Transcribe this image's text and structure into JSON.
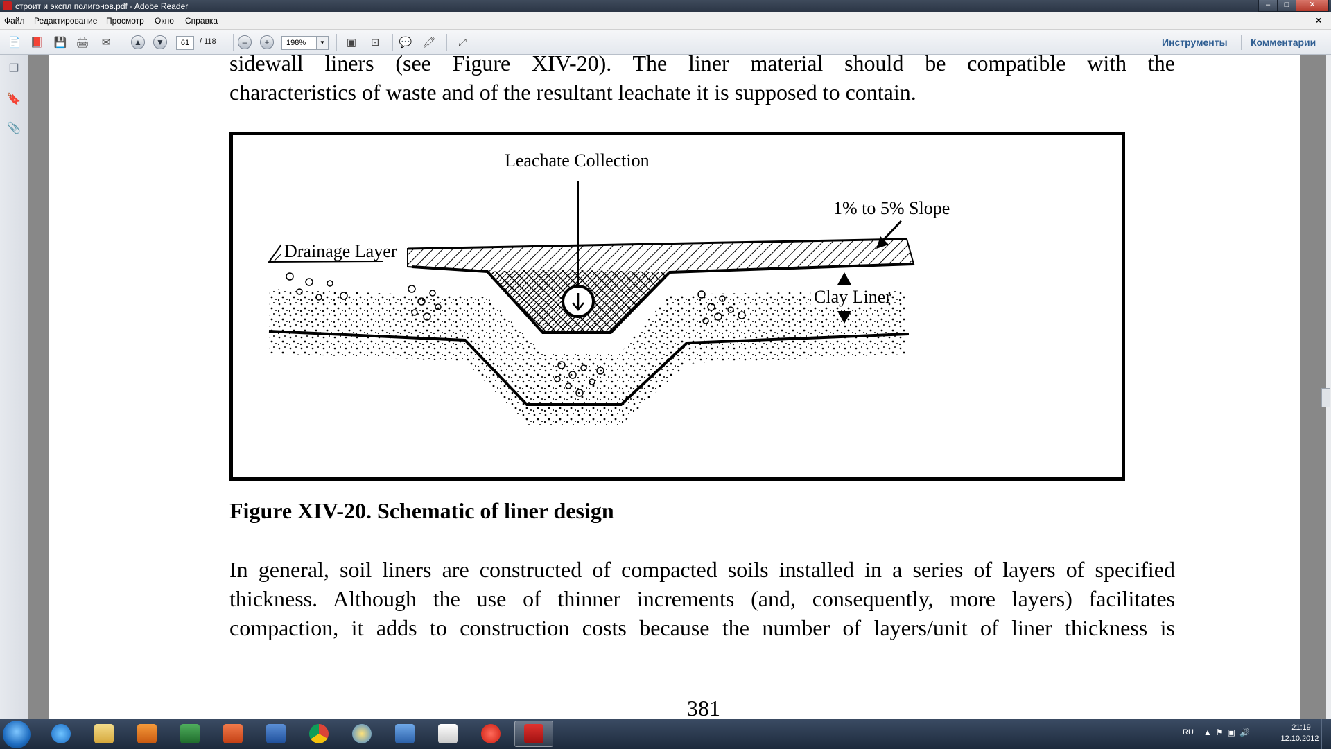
{
  "window": {
    "title": "строит и экспл полигонов.pdf - Adobe Reader"
  },
  "menu": {
    "items": [
      "Файл",
      "Редактирование",
      "Просмотр",
      "Окно",
      "Справка"
    ],
    "close_glyph": "×"
  },
  "toolbar": {
    "page_current": "61",
    "page_total": "/ 118",
    "zoom": "198%",
    "tools_label": "Инструменты",
    "comments_label": "Комментарии"
  },
  "document": {
    "para1_lines": [
      "sidewall liners (see Figure XIV-20). The liner material should be compatible with the",
      "characteristics of waste and of the resultant leachate it is supposed to contain."
    ],
    "figure": {
      "label_leachate": "Leachate Collection",
      "label_slope": "1% to 5% Slope",
      "label_drainage": "Drainage Layer",
      "label_clay": "Clay Liner"
    },
    "caption": "Figure XIV-20. Schematic of liner design",
    "para2_lines": [
      "In general, soil liners are constructed of compacted soils installed in a series of layers of specified",
      "thickness. Although the use of thinner increments (and, consequently, more layers) facilitates",
      "compaction, it adds to construction costs because the number of layers/unit of liner thickness is"
    ],
    "page_number": "381"
  },
  "taskbar": {
    "language": "RU",
    "time": "21:19",
    "date": "12.10.2012",
    "apps": [
      "internet-explorer",
      "file-explorer",
      "media-player",
      "excel",
      "powerpoint",
      "word",
      "chrome",
      "internet-explorer-2",
      "outlook",
      "solitaire",
      "yandex-browser",
      "adobe-reader"
    ]
  },
  "colors": {
    "link_blue": "#2f5e92",
    "taskbar": "#1d2a3c",
    "reader_red": "#c8201f"
  }
}
